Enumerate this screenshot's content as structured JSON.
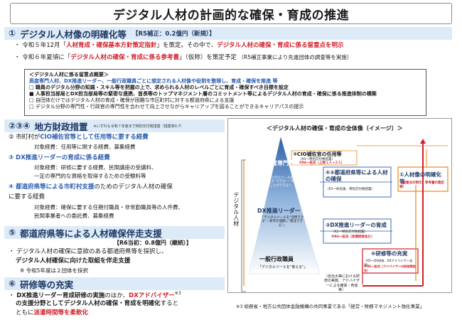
{
  "title": "デジタル人材の計画的な確保・育成の推進",
  "s1": {
    "num": "①",
    "heading": "デジタル人材像の明確化等",
    "budget": "【R5補正：0.2億円（新規）】",
    "b1_pre": "令和５年12月「",
    "b1_red": "人材育成・確保基本方針策定指針",
    "b1_mid": "」を策定。その中で、",
    "b1_red2": "デジタル人材の確保・育成に係る留意点を明示",
    "b2_pre": "令和６年夏頃に「",
    "b2_red": "デジタル人材の確保・育成に係る参考書",
    "b2_mid": "」（仮称）を策定予定",
    "b2_note": "（R5補正事業により先進団体の調査等を実施）",
    "box_head": "＜デジタル人材に係る留意点概要＞",
    "box_l1": "高度専門人材、DX推進リーダー、一般行政職員ごとに想定される人材像や役割を整理し、育成・確保を推進 等",
    "box_l2": "職員のデジタル分野の知識・スキル等を把握の上で、求められる人材のレベルごとに育成・確保すべき目標を設定",
    "box_l3": "人事担当部局とDX担当部局等の緊密な連携、首長等のトップマネジメント層のコミットメント等によるデジタル人材の育成・確保に係る推進体制の構築",
    "box_l4": "自団体だけではデジタル人材の育成・確保が困難な市区町村に対する都道府県による支援",
    "box_l5": "デジタル分野の専門性・行政官の専門性を合わせて向上させながらキャリアップを図ることができるキャリアパスの提示"
  },
  "s2": {
    "num": "②③④",
    "heading": "地方財政措置",
    "note": "※いずれも令和７年度まで特別交付税措置（措置率0.7）",
    "i2_head_pre": "②  市町村が",
    "i2_head_blue": "CIO補佐官等として任用等に要する経費",
    "i2_sub": "対象経費：任用等に関する経費、募集経費",
    "i3_head": "③  DX推進リーダーの育成に係る経費",
    "i3_sub1": "対象経費：研修に要する経費、民間講座の受講料、",
    "i3_sub2": "一定の専門的な資格を取得するための受験料等",
    "i4_head_blue": "④  都道府県等による市町村支援",
    "i4_head_post": "のためのデジタル人材の確保",
    "i4_head_2": "に要する経費",
    "i4_sub1": "対象経費：確保に要する任期付職員・非常勤職員等の人件費、",
    "i4_sub2": "民間事業者への委託費、募集経費"
  },
  "s5": {
    "num": "⑤",
    "heading": "都道府県等による人材確保伴走支援",
    "budget": "【R6当初：0.8億円（継続）】",
    "l1": "デジタル人材の確保に意欲のある都道府県等を採択し、",
    "l2": "デジタル人材確保に向けた取組を伴走支援",
    "l3": "※ 令和5年度は２団体を採択"
  },
  "s6": {
    "num": "⑥",
    "heading": "研修等の充実",
    "l1_pre": "DX推進リーダー育成研修の実施",
    "l1_mid": "のほか、",
    "l1_red": "DXアドバイザー",
    "l1_sup": "※3",
    "l2_pre": "の支援分野としてデジタル人材の確保・育成を明確化",
    "l2_post": "すると",
    "l3_pre": "ともに",
    "l3_red": "派遣時間等を柔軟化"
  },
  "diagram": {
    "title": "＜デジタル人材の確保・育成の全体像（イメージ）＞",
    "cio": "②CIO補佐官の任用等",
    "cio_sub": "（R5～特別交付税措置）",
    "cio_sub2": "※R6～拡充（上限１人→３人）",
    "side_label": "デジタル人材",
    "tier1": "高度専門人材",
    "tier1_desc": "「デジタルツールの\"目利きが できる\"・\"作ることができる\"」",
    "tier2": "DX推進リーダー",
    "tier2_desc": "「デジタルツールを\"活用できる\"・新作を理解し\"発注できる\"」",
    "tier3": "一般行政職員",
    "tier3_desc": "「デジタルツールを\"使える\"」",
    "box45_title": "④⑤都道府県等による人材の確保",
    "box45_sub": "（R5～体支援、特別交付税措置）",
    "box1_title": "①人材像の明確化等",
    "box1_sub": "（留意点の明示、参考書の策定等）",
    "box3_title": "③DX推進リーダーの育成",
    "box3_sub": "（R5～特別交付税措置）",
    "box3_sub2": "※R6～拡充（民間研修含む）",
    "box6_title": "⑥研修等の充実",
    "box6_sub": "（R5～DX研修、DXアドバイザー派遣）",
    "box6_sub2": "※R6～拡充（アドバイザーの研修等拡充）",
    "self_train": "（自治大等における研修の実施、アドバイザーによる確保・育成 等）"
  },
  "footnote": "※3  総務省・地方公共団体金融機構の共同事業である「経営・財務マネジメント強化事業」",
  "colors": {
    "heading_blue": "#1f3864",
    "band": "#dcebf7",
    "accent_red": "#d0202a",
    "accent_blue": "#2a5db0",
    "orange": "#e8891f"
  }
}
